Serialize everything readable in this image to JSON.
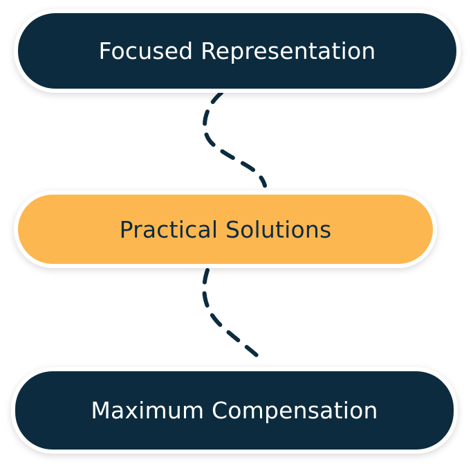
{
  "nodes": [
    {
      "label": "Focused Representation"
    },
    {
      "label": "Practical Solutions"
    },
    {
      "label": "Maximum Compensation"
    }
  ],
  "colors": {
    "dark": "#0c2b3e",
    "accent": "#fdb750",
    "connector": "#0c2b3e"
  }
}
